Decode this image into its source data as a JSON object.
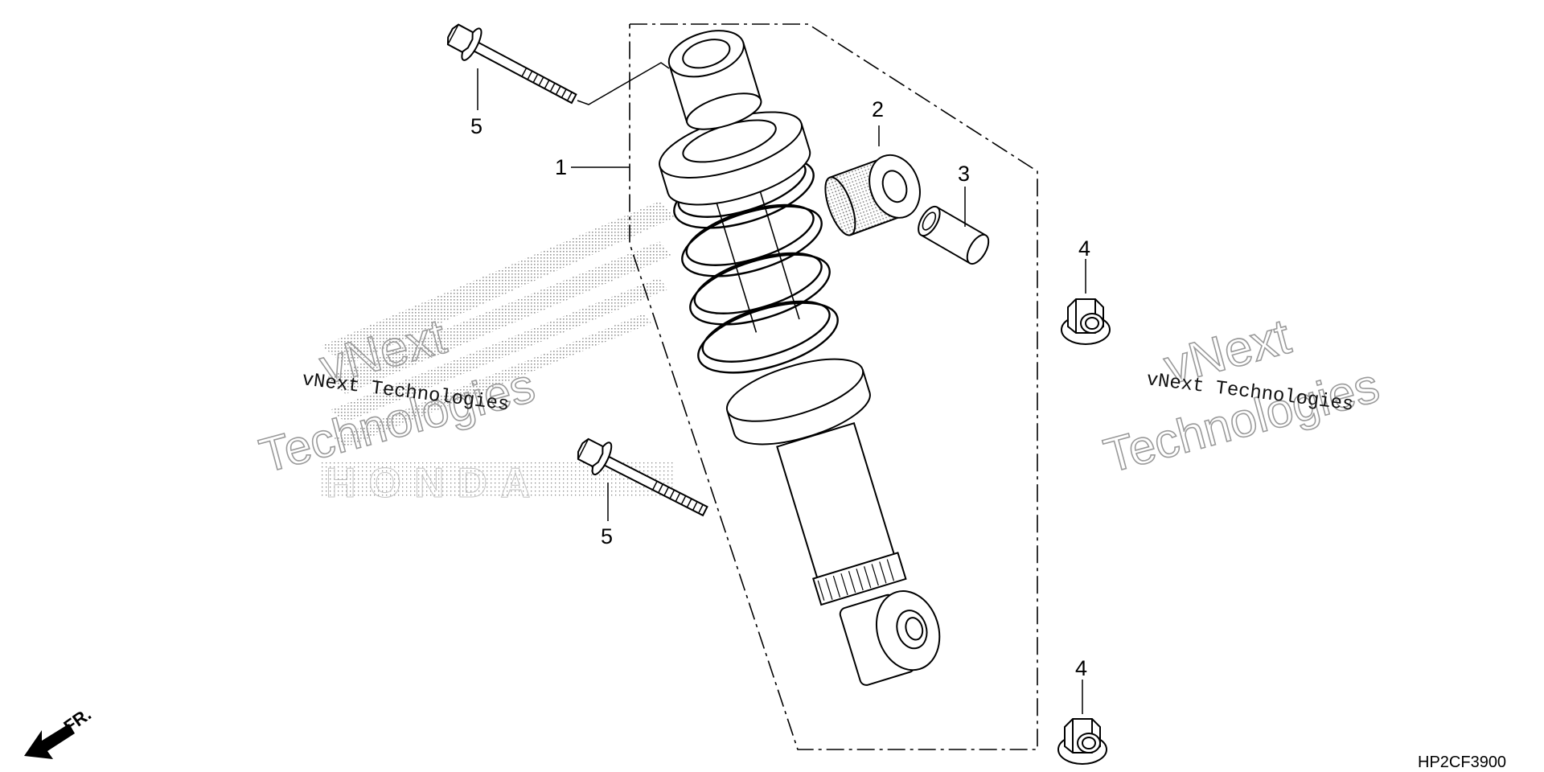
{
  "diagram": {
    "diagram_code": "HP2CF3900",
    "direction_label": "FR.",
    "callouts": [
      {
        "id": "callout-1",
        "label": "1"
      },
      {
        "id": "callout-2",
        "label": "2"
      },
      {
        "id": "callout-3",
        "label": "3"
      },
      {
        "id": "callout-4-top",
        "label": "4"
      },
      {
        "id": "callout-4-bottom",
        "label": "4"
      },
      {
        "id": "callout-5-top",
        "label": "5"
      },
      {
        "id": "callout-5-mid",
        "label": "5"
      }
    ],
    "parts": [
      {
        "name": "rear-shock-absorber-icon",
        "callout": "1"
      },
      {
        "name": "rubber-bushing-icon",
        "callout": "2"
      },
      {
        "name": "collar-sleeve-icon",
        "callout": "3"
      },
      {
        "name": "flange-nut-icon",
        "callout": "4"
      },
      {
        "name": "flange-bolt-icon",
        "callout": "5"
      }
    ]
  },
  "watermarks": {
    "left": {
      "line1": "vNext Technologies",
      "outline1": "vNext",
      "outline2": "Technologies",
      "brand": "HONDA"
    },
    "right": {
      "line1": "vNext Technologies",
      "outline1": "vNext",
      "outline2": "Technologies"
    }
  }
}
